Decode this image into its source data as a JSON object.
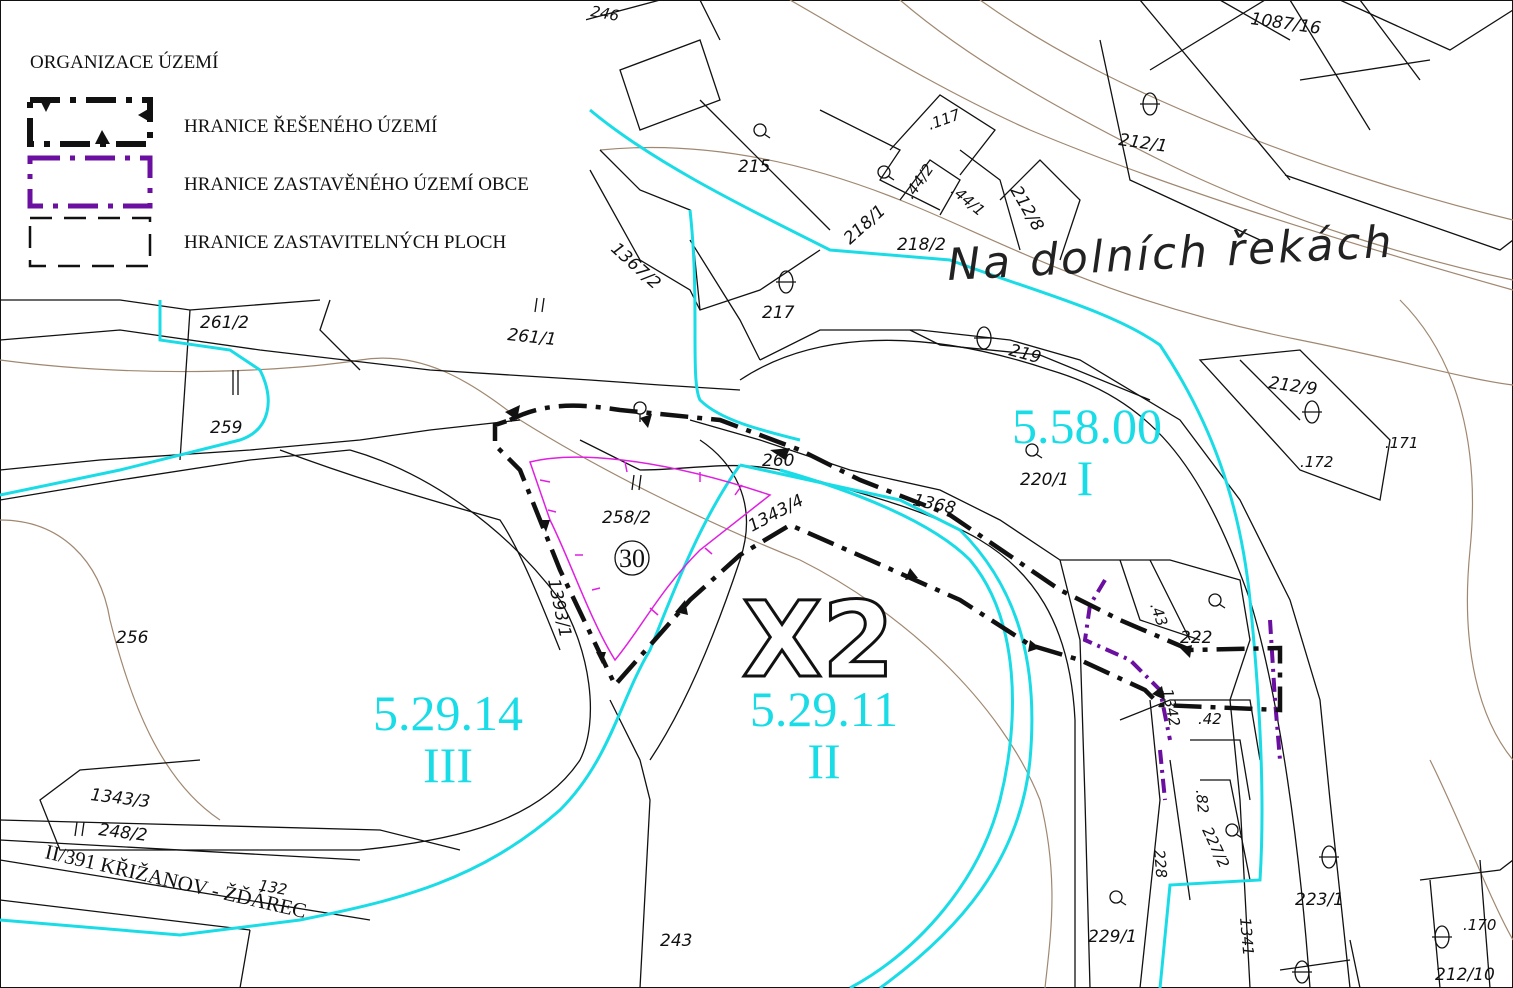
{
  "legend": {
    "title": "ORGANIZACE ÚZEMÍ",
    "items": [
      {
        "label": "HRANICE ŘEŠENÉHO ÚZEMÍ",
        "color": "#111111"
      },
      {
        "label": "HRANICE ZASTAVĚNÉHO ÚZEMÍ OBCE",
        "color": "#6a0fa0"
      },
      {
        "label": "HRANICE ZASTAVITELNÝCH PLOCH",
        "color": "#111111"
      }
    ]
  },
  "street_name": "Na dolních řekách",
  "road_label": "II/391 KŘIŽANOV - ŽĎÁREC",
  "area_code": "X2",
  "area_number": "30",
  "zones": [
    {
      "code": "5.58.00",
      "class": "I"
    },
    {
      "code": "5.29.14",
      "class": "III"
    },
    {
      "code": "5.29.11",
      "class": "II"
    }
  ],
  "parcels": [
    "1087/16",
    "212/1",
    "215",
    "218/1",
    "218/2",
    "212/8",
    "1367/2",
    "217",
    "261/2",
    "261/1",
    "259",
    "219",
    "212/9",
    "220/1",
    "1368",
    "260",
    "258/2",
    "1343/4",
    "1393/1",
    "256",
    "222",
    "1342",
    "1343/3",
    "248/2",
    "243",
    "228",
    "227/2",
    "223/1",
    "229/1",
    "1341",
    "212/10",
    ".117",
    ".44/2",
    ".44/1",
    ".172",
    ".171",
    ".43",
    ".42",
    ".82",
    ".170",
    "132",
    "246"
  ],
  "colors": {
    "cadastre": "#111111",
    "contour": "#a08870",
    "water": "#19dce6",
    "built_up_boundary": "#6a0fa0",
    "buildable_area": "#e020e0"
  }
}
